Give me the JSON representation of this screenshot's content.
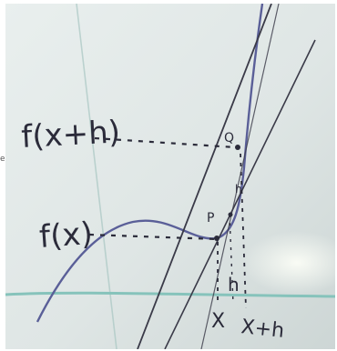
{
  "edge_fragment": "e",
  "labels": {
    "f_x_plus_h": "f(x+h)",
    "f_x": "f(x)",
    "point_q": "Q",
    "point_p": "P",
    "h": "h",
    "x": "X",
    "x_plus_h": "X+h"
  },
  "colors": {
    "board": "#dfe6e5",
    "curve": "#5a5f98",
    "ink": "#2b2b3a",
    "grid_line": "#86c3bb"
  }
}
